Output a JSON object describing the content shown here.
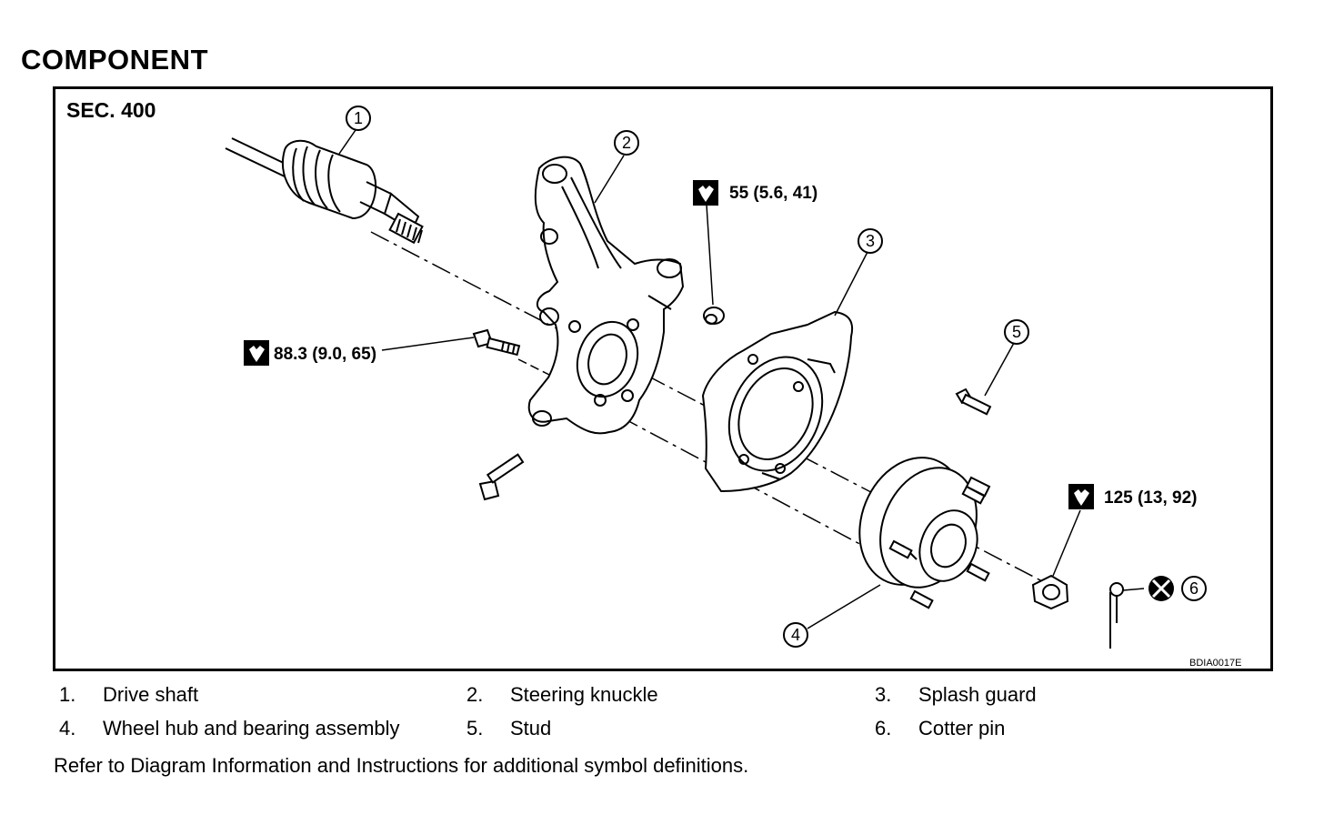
{
  "heading": "COMPONENT",
  "section": "SEC. 400",
  "figure_code": "BDIA0017E",
  "torques": [
    {
      "id": "t1",
      "text": "55 (5.6, 41)"
    },
    {
      "id": "t2",
      "text": "88.3 (9.0, 65)"
    },
    {
      "id": "t3",
      "text": "125 (13, 92)"
    }
  ],
  "callouts": [
    "1",
    "2",
    "3",
    "4",
    "5",
    "6"
  ],
  "legend": [
    {
      "num": "1.",
      "label": "Drive shaft"
    },
    {
      "num": "2.",
      "label": "Steering knuckle"
    },
    {
      "num": "3.",
      "label": "Splash guard"
    },
    {
      "num": "4.",
      "label": "Wheel hub and bearing assembly"
    },
    {
      "num": "5.",
      "label": "Stud"
    },
    {
      "num": "6.",
      "label": "Cotter pin"
    }
  ],
  "note": "Refer to Diagram Information and Instructions for additional symbol definitions.",
  "icons": [
    "torque-wrench-icon",
    "do-not-reuse-icon"
  ]
}
